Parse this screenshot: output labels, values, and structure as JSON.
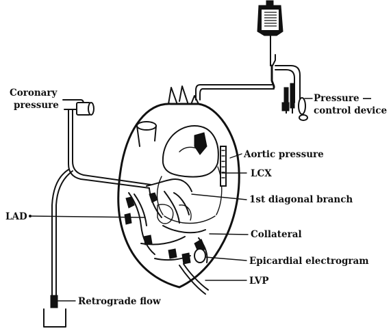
{
  "labels": {
    "coronary_pressure_line1": "Coronary",
    "coronary_pressure_line2": "pressure",
    "pressure_control_line1": "Pressure —",
    "pressure_control_line2": "control device",
    "aortic_pressure": "Aortic pressure",
    "lcx": "LCX",
    "first_diagonal_branch": "1st diagonal branch",
    "lad": "LAD",
    "collateral": "Collateral",
    "epicardial_electrogram": "Epicardial electrogram",
    "lvp": "LVP",
    "retrograde_flow": "Retrograde flow"
  }
}
